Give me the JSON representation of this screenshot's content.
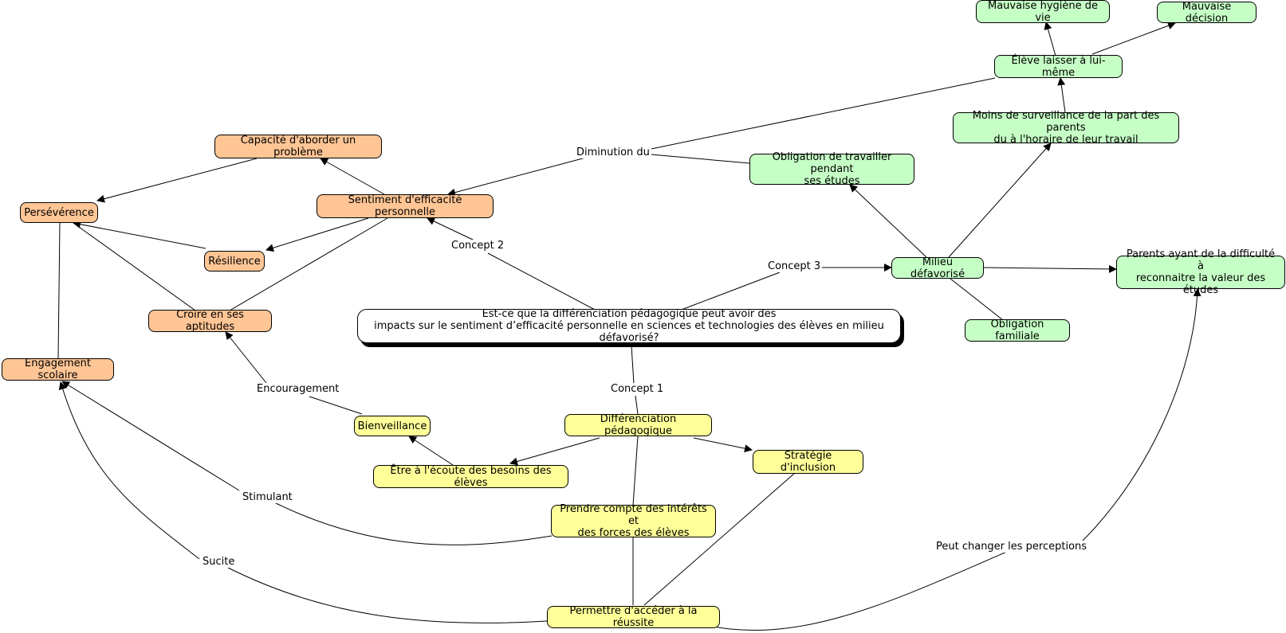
{
  "nodes": {
    "main": "Est-ce que la différenciation pédagogique peut avoir des\nimpacts sur le sentiment d’efficacité personnelle en sciences et technologies des élèves en milieu défavorisé?",
    "sentiment": "Sentiment d'efficacité personnelle",
    "capacite": "Capacité d'aborder un problème",
    "perseverance": "Persévérence",
    "resilience": "Résilience",
    "croire": "Croire en ses aptitudes",
    "engagement": "Engagement scolaire",
    "bienveillance": "Bienveillance",
    "differenciation": "Différenciation pédagogique",
    "ecoute": "Être à l'écoute des besoins des élèves",
    "strategie": "Stratégie d'inclusion",
    "interets": "Prendre compte des intérêts et\ndes forces des élèves",
    "reussite": "Permettre d'accéder à la réussite",
    "milieu": "Milieu défavorisé",
    "obligation_travail": "Obligation de travailler pendant\nses études",
    "surveillance": "Moins de surveillance de la part des parents\ndu à l'horaire de leur travail",
    "eleve": "Élève laisser à lui-même",
    "hygiene": "Mauvaise hygiène de vie",
    "decision": "Mauvaise décision",
    "parents": "Parents ayant de la difficulté à\nreconnaitre la valeur des études",
    "obligation_familiale": "Obligation familiale"
  },
  "labels": {
    "concept1": "Concept 1",
    "concept2": "Concept 2",
    "concept3": "Concept 3",
    "diminution": "Diminution du",
    "encouragement": "Encouragement",
    "stimulant": "Stimulant",
    "sucite": "Sucite",
    "peut_changer": "Peut changer les perceptions"
  },
  "colors": {
    "orange": "#ffc595",
    "yellow": "#ffff99",
    "green": "#c6ffc6",
    "line": "#000000"
  }
}
